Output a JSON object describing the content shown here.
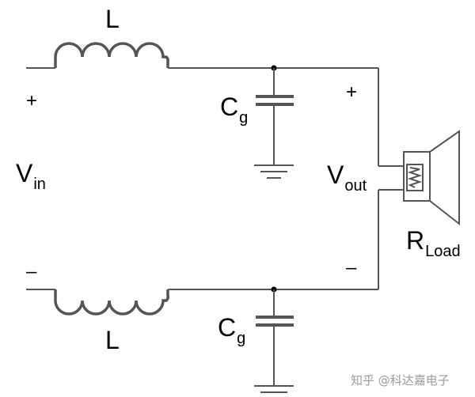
{
  "labels": {
    "inductor_top": "L",
    "inductor_bottom": "L",
    "vin_main": "V",
    "vin_sub": "in",
    "vin_plus": "+",
    "vin_minus": "–",
    "vout_main": "V",
    "vout_sub": "out",
    "vout_plus": "+",
    "vout_minus": "–",
    "cap_top_main": "C",
    "cap_top_sub": "g",
    "cap_bottom_main": "C",
    "cap_bottom_sub": "g",
    "rload_main": "R",
    "rload_sub": "Load"
  },
  "watermark": "知乎 @科达嘉电子",
  "colors": {
    "wire": "#000000",
    "component": "#555555",
    "watermark": "#9a9a9a"
  }
}
